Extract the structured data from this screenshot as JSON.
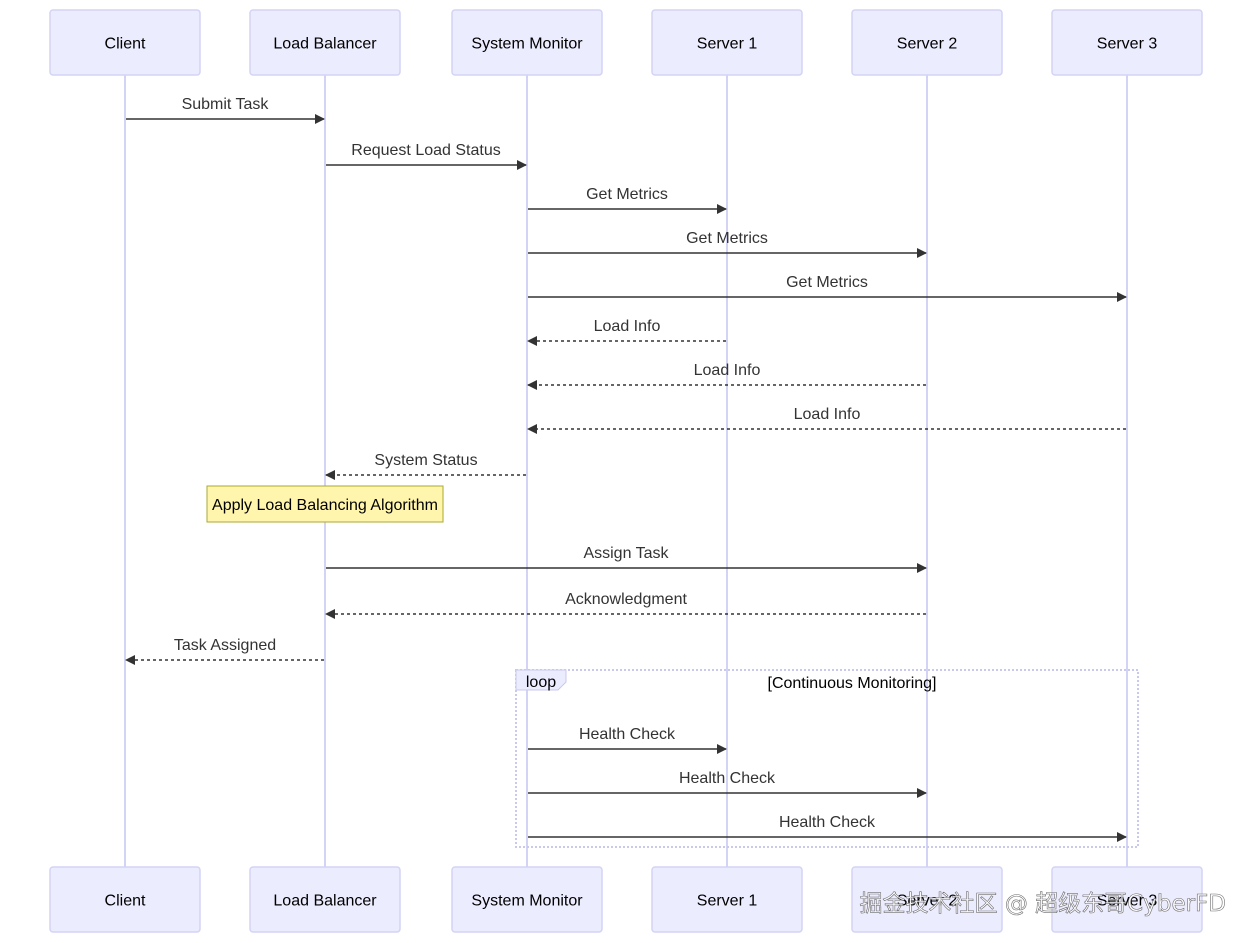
{
  "actors": [
    {
      "id": "client",
      "label": "Client"
    },
    {
      "id": "lb",
      "label": "Load Balancer"
    },
    {
      "id": "monitor",
      "label": "System Monitor"
    },
    {
      "id": "s1",
      "label": "Server 1"
    },
    {
      "id": "s2",
      "label": "Server 2"
    },
    {
      "id": "s3",
      "label": "Server 3"
    }
  ],
  "messages": [
    {
      "from": "client",
      "to": "lb",
      "label": "Submit Task",
      "style": "solid"
    },
    {
      "from": "lb",
      "to": "monitor",
      "label": "Request Load Status",
      "style": "solid"
    },
    {
      "from": "monitor",
      "to": "s1",
      "label": "Get Metrics",
      "style": "solid"
    },
    {
      "from": "monitor",
      "to": "s2",
      "label": "Get Metrics",
      "style": "solid"
    },
    {
      "from": "monitor",
      "to": "s3",
      "label": "Get Metrics",
      "style": "solid"
    },
    {
      "from": "s1",
      "to": "monitor",
      "label": "Load Info",
      "style": "dashed"
    },
    {
      "from": "s2",
      "to": "monitor",
      "label": "Load Info",
      "style": "dashed"
    },
    {
      "from": "s3",
      "to": "monitor",
      "label": "Load Info",
      "style": "dashed"
    },
    {
      "from": "monitor",
      "to": "lb",
      "label": "System Status",
      "style": "dashed"
    },
    {
      "from": "lb",
      "to": "s2",
      "label": "Assign Task",
      "style": "solid"
    },
    {
      "from": "s2",
      "to": "lb",
      "label": "Acknowledgment",
      "style": "dashed"
    },
    {
      "from": "lb",
      "to": "client",
      "label": "Task Assigned",
      "style": "dashed"
    },
    {
      "from": "monitor",
      "to": "s1",
      "label": "Health Check",
      "style": "solid"
    },
    {
      "from": "monitor",
      "to": "s2",
      "label": "Health Check",
      "style": "solid"
    },
    {
      "from": "monitor",
      "to": "s3",
      "label": "Health Check",
      "style": "solid"
    }
  ],
  "note": {
    "over": "lb",
    "label": "Apply Load Balancing Algorithm"
  },
  "loop": {
    "tag": "loop",
    "condition": "[Continuous Monitoring]"
  },
  "watermark": "掘金技术社区 @ 超级东哥CyberFD",
  "colors": {
    "actor_fill": "#ECECFF",
    "actor_stroke": "#D3D3F5",
    "note_fill": "#FFF5AD",
    "line": "#333333"
  }
}
